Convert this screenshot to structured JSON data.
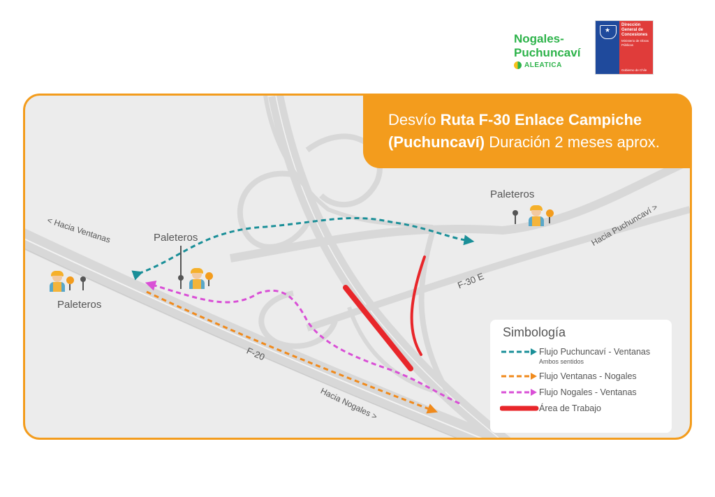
{
  "header": {
    "brand_line1": "Nogales-",
    "brand_line2": "Puchuncaví",
    "brand_sub": "ALEATICA",
    "gov_line1": "Dirección General de Concesiones",
    "gov_line2": "Ministerio de Obras Públicas",
    "gov_line3": "Gobierno de Chile"
  },
  "title": {
    "part1": "Desvío ",
    "part2": "Ruta F-30 Enlace Campiche",
    "part3": "(Puchuncaví)",
    "part4": " Duración 2 meses aprox."
  },
  "labels": {
    "hacia_ventanas": "< Hacia Ventanas",
    "hacia_puchuncavi": "Hacia Puchuncaví >",
    "hacia_nogales": "Hacia Nogales >",
    "f30e": "F-30 E",
    "f20": "F-20",
    "paleteros": "Paleteros"
  },
  "legend": {
    "title": "Simbología",
    "items": [
      {
        "label": "Flujo Puchuncaví - Ventanas",
        "sub": "Ambos sentidos",
        "color": "#1a8f98"
      },
      {
        "label": "Flujo Ventanas - Nogales",
        "sub": "",
        "color": "#f08a1c"
      },
      {
        "label": "Flujo Nogales - Ventanas",
        "sub": "",
        "color": "#d94fd6"
      },
      {
        "label": "Área de Trabajo",
        "sub": "",
        "color": "#e8262a"
      }
    ]
  },
  "colors": {
    "frame": "#f39c1d",
    "map_bg": "#ececec",
    "road": "#d6d6d6",
    "teal_flow": "#1a8f98",
    "orange_flow": "#f08a1c",
    "magenta_flow": "#d94fd6",
    "work_area": "#e8262a"
  }
}
